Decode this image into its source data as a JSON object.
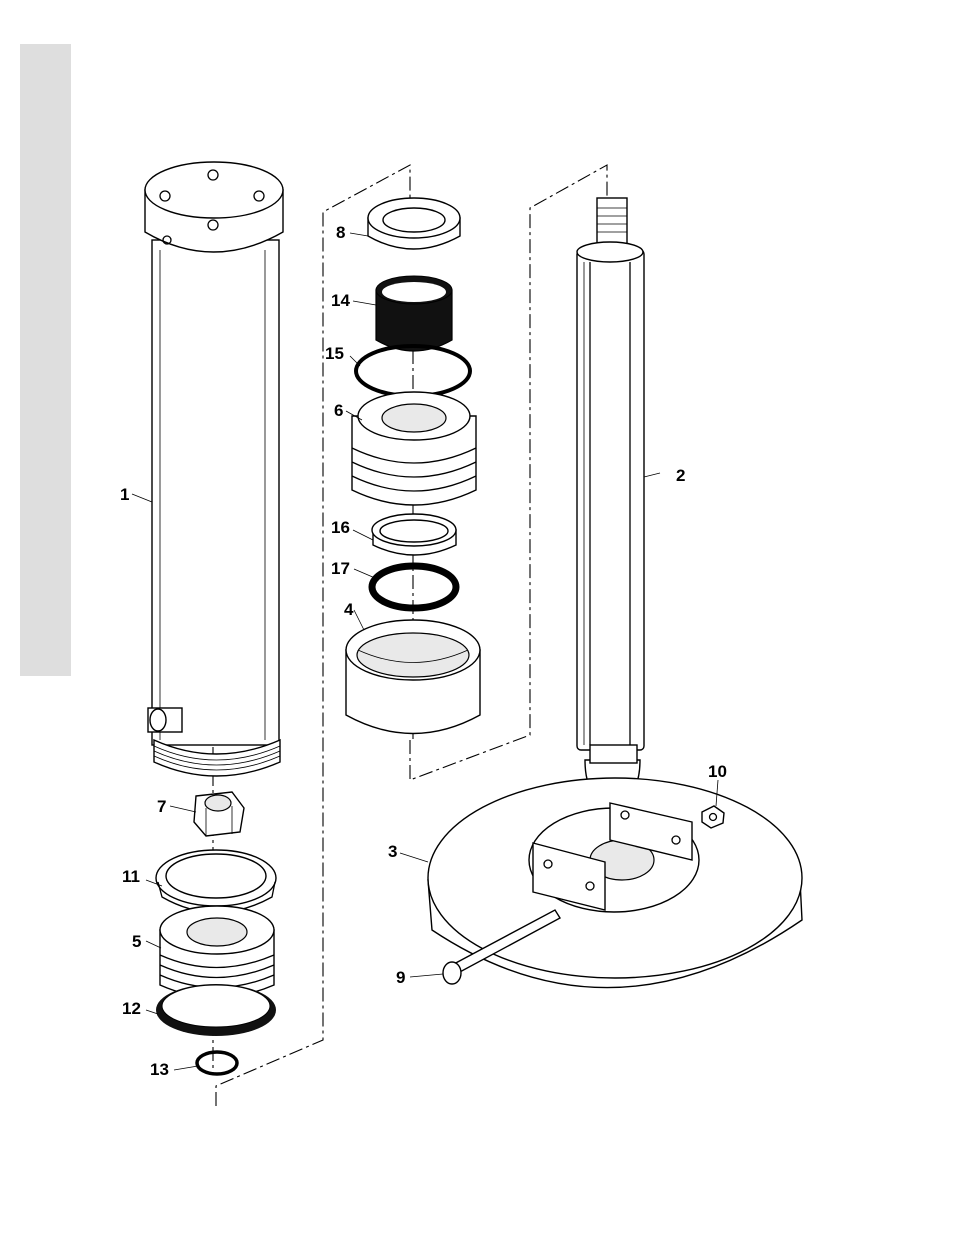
{
  "figure": {
    "callouts": [
      {
        "id": "callout-1",
        "label": "1"
      },
      {
        "id": "callout-2",
        "label": "2"
      },
      {
        "id": "callout-3",
        "label": "3"
      },
      {
        "id": "callout-4",
        "label": "4"
      },
      {
        "id": "callout-5",
        "label": "5"
      },
      {
        "id": "callout-6",
        "label": "6"
      },
      {
        "id": "callout-7",
        "label": "7"
      },
      {
        "id": "callout-8",
        "label": "8"
      },
      {
        "id": "callout-9",
        "label": "9"
      },
      {
        "id": "callout-10",
        "label": "10"
      },
      {
        "id": "callout-11",
        "label": "11"
      },
      {
        "id": "callout-12",
        "label": "12"
      },
      {
        "id": "callout-13",
        "label": "13"
      },
      {
        "id": "callout-14",
        "label": "14"
      },
      {
        "id": "callout-15",
        "label": "15"
      },
      {
        "id": "callout-16",
        "label": "16"
      },
      {
        "id": "callout-17",
        "label": "17"
      }
    ]
  }
}
